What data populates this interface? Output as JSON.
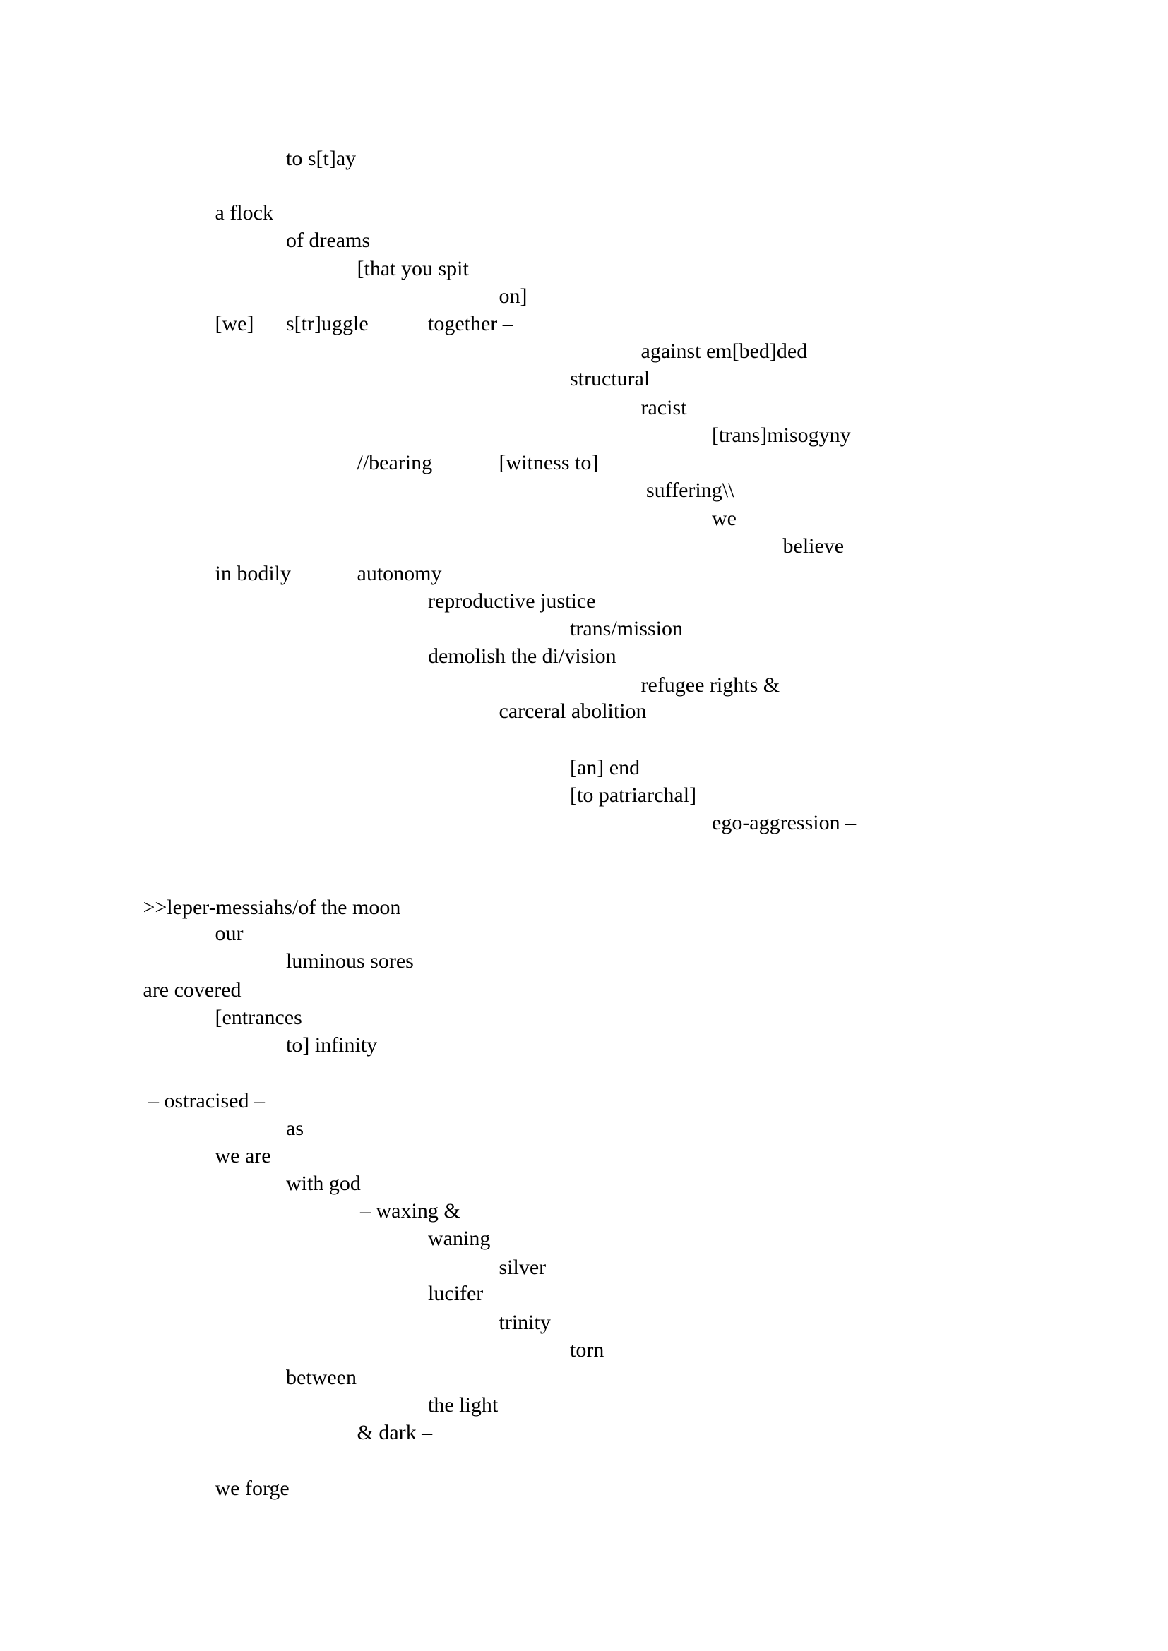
{
  "poem": {
    "lines": [
      [
        "to s[t]ay"
      ],
      [
        "a flock"
      ],
      [
        "of dreams"
      ],
      [
        "[that you spit"
      ],
      [
        "on]"
      ],
      [
        "[we]",
        "s[tr]uggle",
        "together –"
      ],
      [
        "against em[bed]ded"
      ],
      [
        "structural"
      ],
      [
        "racist"
      ],
      [
        "[trans]misogyny"
      ],
      [
        "//bearing",
        "[witness to]"
      ],
      [
        "suffering\\\\"
      ],
      [
        "we"
      ],
      [
        "believe"
      ],
      [
        "in bodily",
        "autonomy"
      ],
      [
        "reproductive justice"
      ],
      [
        "trans/mission"
      ],
      [
        "demolish the di/vision"
      ],
      [
        "refugee rights &"
      ],
      [
        "carceral abolition"
      ],
      [
        "[an] end"
      ],
      [
        "[to patriarchal]"
      ],
      [
        "ego-aggression –"
      ],
      [
        ">>leper-messiahs/of the moon"
      ],
      [
        "our"
      ],
      [
        "luminous sores"
      ],
      [
        "are covered"
      ],
      [
        "[entrances"
      ],
      [
        "to] infinity"
      ],
      [
        "– ostracised –"
      ],
      [
        "as"
      ],
      [
        "we are"
      ],
      [
        "with god"
      ],
      [
        "– waxing &"
      ],
      [
        "waning"
      ],
      [
        "silver"
      ],
      [
        "lucifer"
      ],
      [
        "trinity"
      ],
      [
        "torn"
      ],
      [
        "between"
      ],
      [
        "the light"
      ],
      [
        "& dark –"
      ],
      [
        "we forge"
      ]
    ]
  }
}
